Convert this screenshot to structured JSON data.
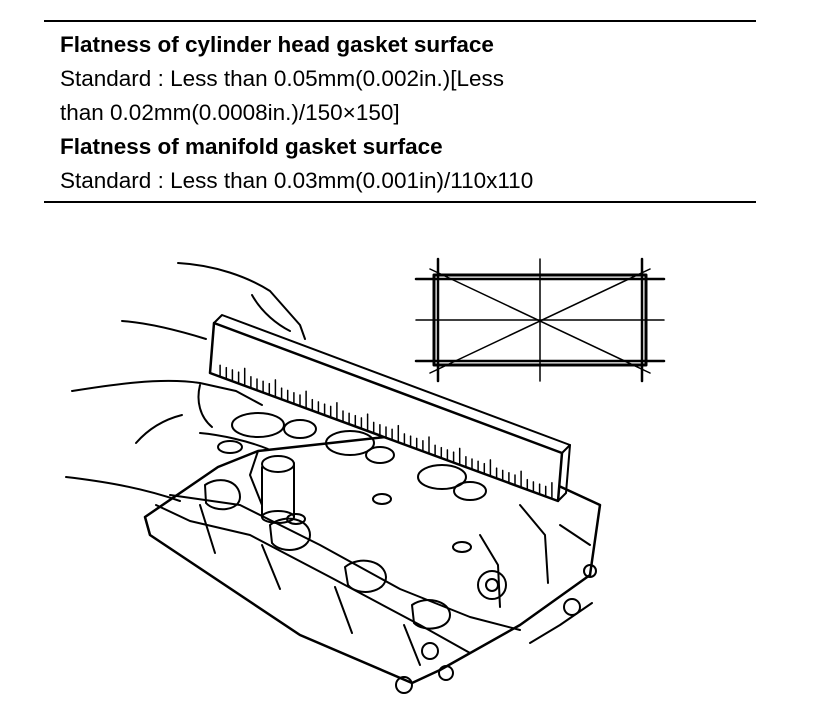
{
  "spec": {
    "heading_cylinder": "Flatness of cylinder head gasket surface",
    "standard_cylinder_line1": "Standard :  Less than 0.05mm(0.002in.)[Less",
    "standard_cylinder_line2": "than 0.02mm(0.0008in.)/150×150]",
    "heading_manifold": "Flatness of manifold gasket surface",
    "standard_manifold": "Standard : Less than 0.03mm(0.001in)/110x110"
  },
  "figure": {
    "main_icon": "cylinder-head-straightedge-illustration",
    "diagram_icon": "measurement-pattern-diagram"
  }
}
